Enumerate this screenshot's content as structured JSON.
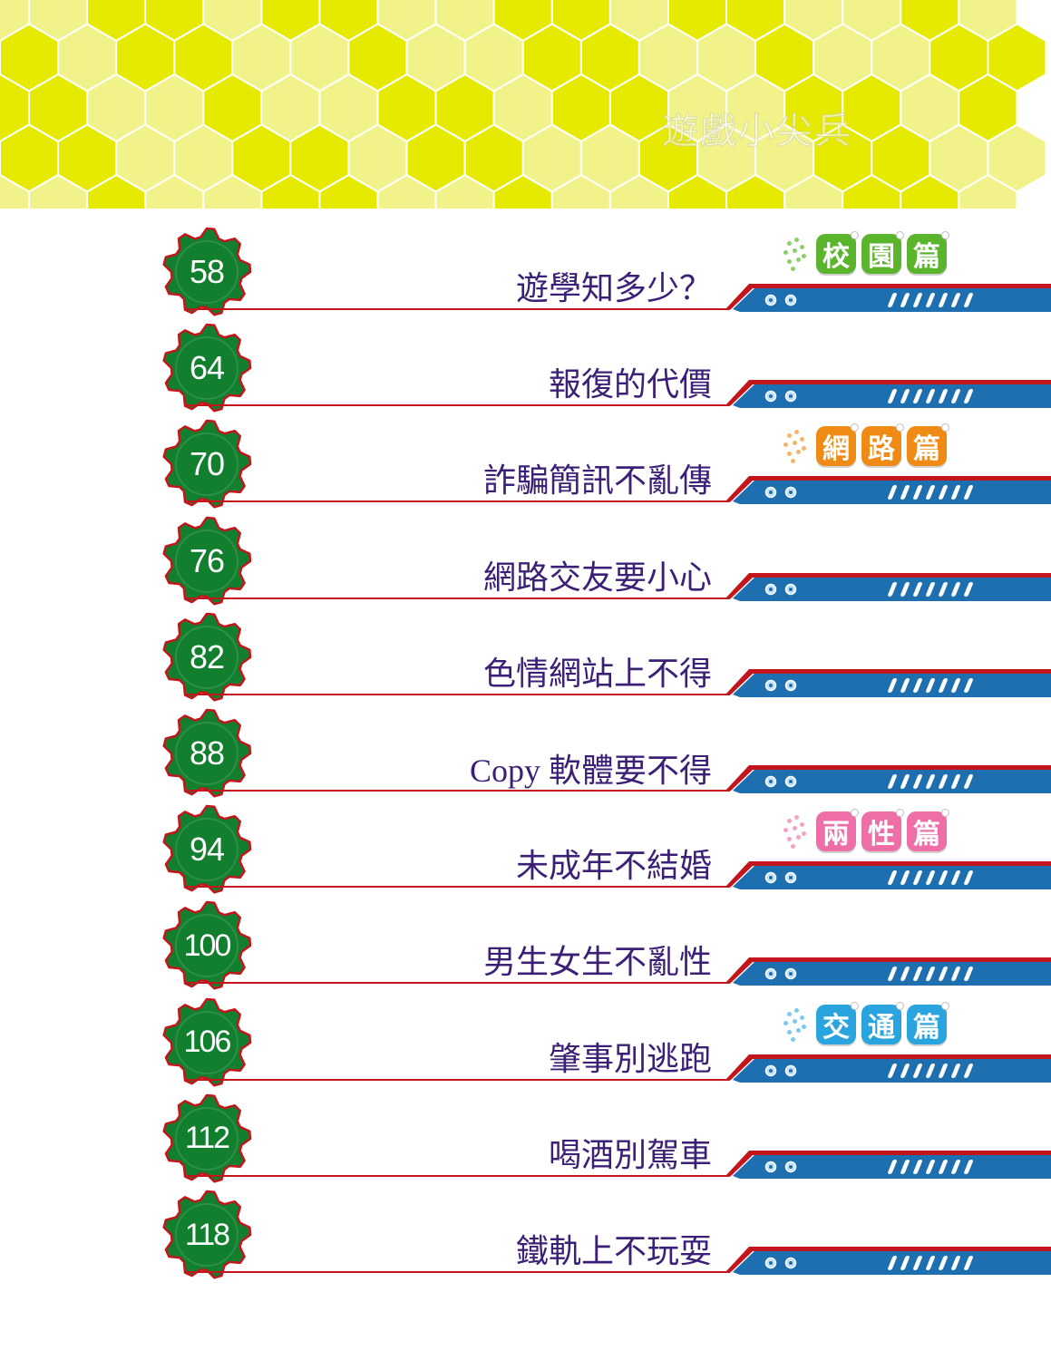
{
  "header": {
    "watermark": "遊戲小尖兵",
    "colors": {
      "yellow": "#e5ea00",
      "light_yellow": "#f1f38a"
    }
  },
  "colors": {
    "title_text": "#3c2077",
    "gear_green": "#127f2f",
    "gear_border": "#c2161c",
    "ribbon_blue": "#1e6fb0",
    "ribbon_red": "#c2161c"
  },
  "categories": [
    {
      "label": [
        "校",
        "園",
        "篇"
      ],
      "color": "#5ab52d",
      "dot_color": "#8ecf6a"
    },
    {
      "label": [
        "網",
        "路",
        "篇"
      ],
      "color": "#ef8a14",
      "dot_color": "#f3b56e"
    },
    {
      "label": [
        "兩",
        "性",
        "篇"
      ],
      "color": "#ee6fa8",
      "dot_color": "#f3a3c6"
    },
    {
      "label": [
        "交",
        "通",
        "篇"
      ],
      "color": "#2aa4de",
      "dot_color": "#7ec8ee"
    }
  ],
  "entries": [
    {
      "page": "58",
      "title": "遊學知多少？",
      "category_index": 0
    },
    {
      "page": "64",
      "title": "報復的代價",
      "category_index": null
    },
    {
      "page": "70",
      "title": "詐騙簡訊不亂傳",
      "category_index": 1
    },
    {
      "page": "76",
      "title": "網路交友要小心",
      "category_index": null
    },
    {
      "page": "82",
      "title": "色情網站上不得",
      "category_index": null
    },
    {
      "page": "88",
      "title": "Copy 軟體要不得",
      "category_index": null
    },
    {
      "page": "94",
      "title": "未成年不結婚",
      "category_index": 2
    },
    {
      "page": "100",
      "title": "男生女生不亂性",
      "category_index": null
    },
    {
      "page": "106",
      "title": "肇事別逃跑",
      "category_index": 3
    },
    {
      "page": "112",
      "title": "喝酒別駕車",
      "category_index": null
    },
    {
      "page": "118",
      "title": "鐵軌上不玩耍",
      "category_index": null
    }
  ]
}
